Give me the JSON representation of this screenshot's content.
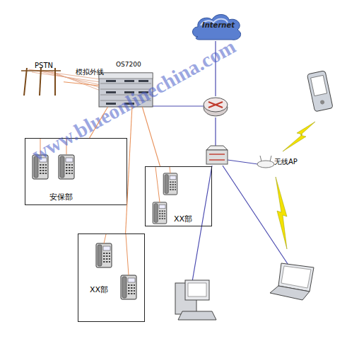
{
  "diagram": {
    "nodes": [
      {
        "text": [
          "Internet"
        ]
      },
      {
        "text": [
          "PSTN"
        ]
      },
      {
        "text": [
          "OS7200"
        ]
      },
      {
        "text": [
          "无线AP"
        ]
      },
      {
        "text": [
          "安保部"
        ]
      },
      {
        "text": [
          "XX部"
        ]
      },
      {
        "text": [
          "XX部"
        ]
      }
    ],
    "edges": [
      {
        "from": 1,
        "to": 2,
        "label": "模拟外线",
        "arrow": "none"
      },
      {
        "from": 2,
        "to": 4,
        "arrow": "none"
      },
      {
        "from": 2,
        "to": 5,
        "arrow": "none"
      },
      {
        "from": 2,
        "to": 6,
        "arrow": "none"
      }
    ],
    "labels": [
      "www.blueonlinechina.com"
    ]
  }
}
